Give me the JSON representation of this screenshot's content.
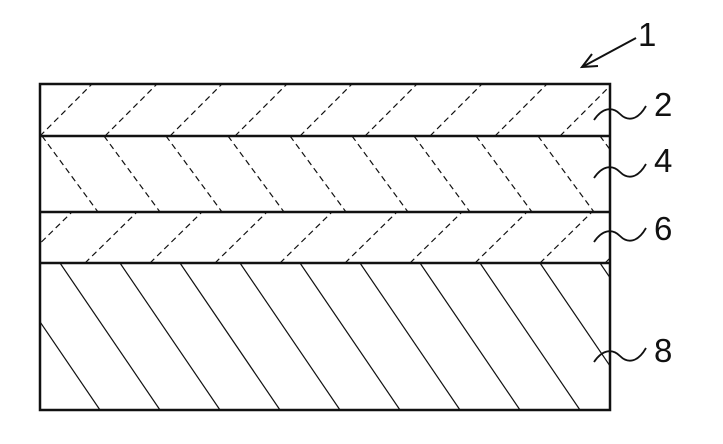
{
  "figure": {
    "labels": {
      "assembly": "1",
      "layer_top": "2",
      "layer_second": "4",
      "layer_third": "6",
      "layer_bottom": "8"
    }
  },
  "colors": {
    "stroke": "#111111",
    "background": "#ffffff"
  }
}
